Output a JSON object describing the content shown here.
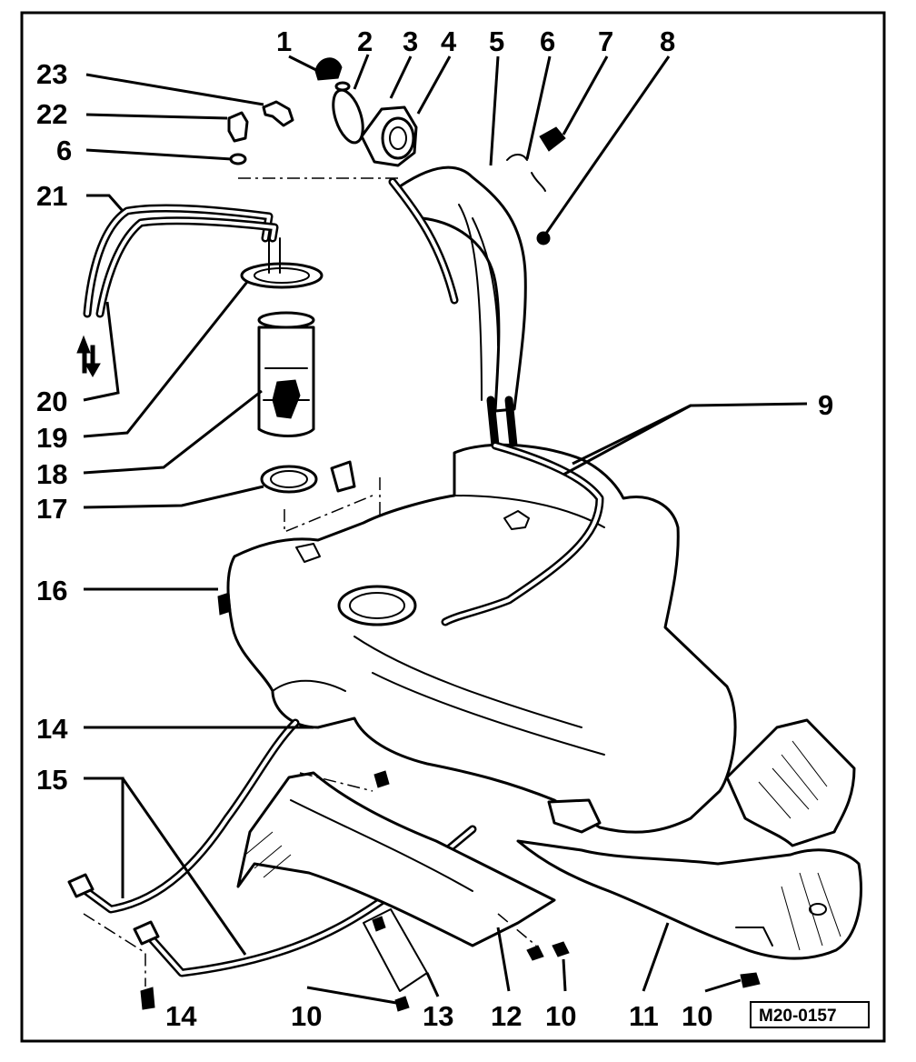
{
  "diagram_code": "M20-0157",
  "callouts": {
    "c1": "1",
    "c2": "2",
    "c3": "3",
    "c4": "4",
    "c5": "5",
    "c6a": "6",
    "c7": "7",
    "c8": "8",
    "c23": "23",
    "c22": "22",
    "c6b": "6",
    "c21": "21",
    "c20": "20",
    "c19": "19",
    "c18": "18",
    "c17": "17",
    "c16": "16",
    "c9": "9",
    "c14a": "14",
    "c15": "15",
    "c14b": "14",
    "c10a": "10",
    "c13": "13",
    "c12": "12",
    "c10b": "10",
    "c11": "11",
    "c10c": "10"
  }
}
